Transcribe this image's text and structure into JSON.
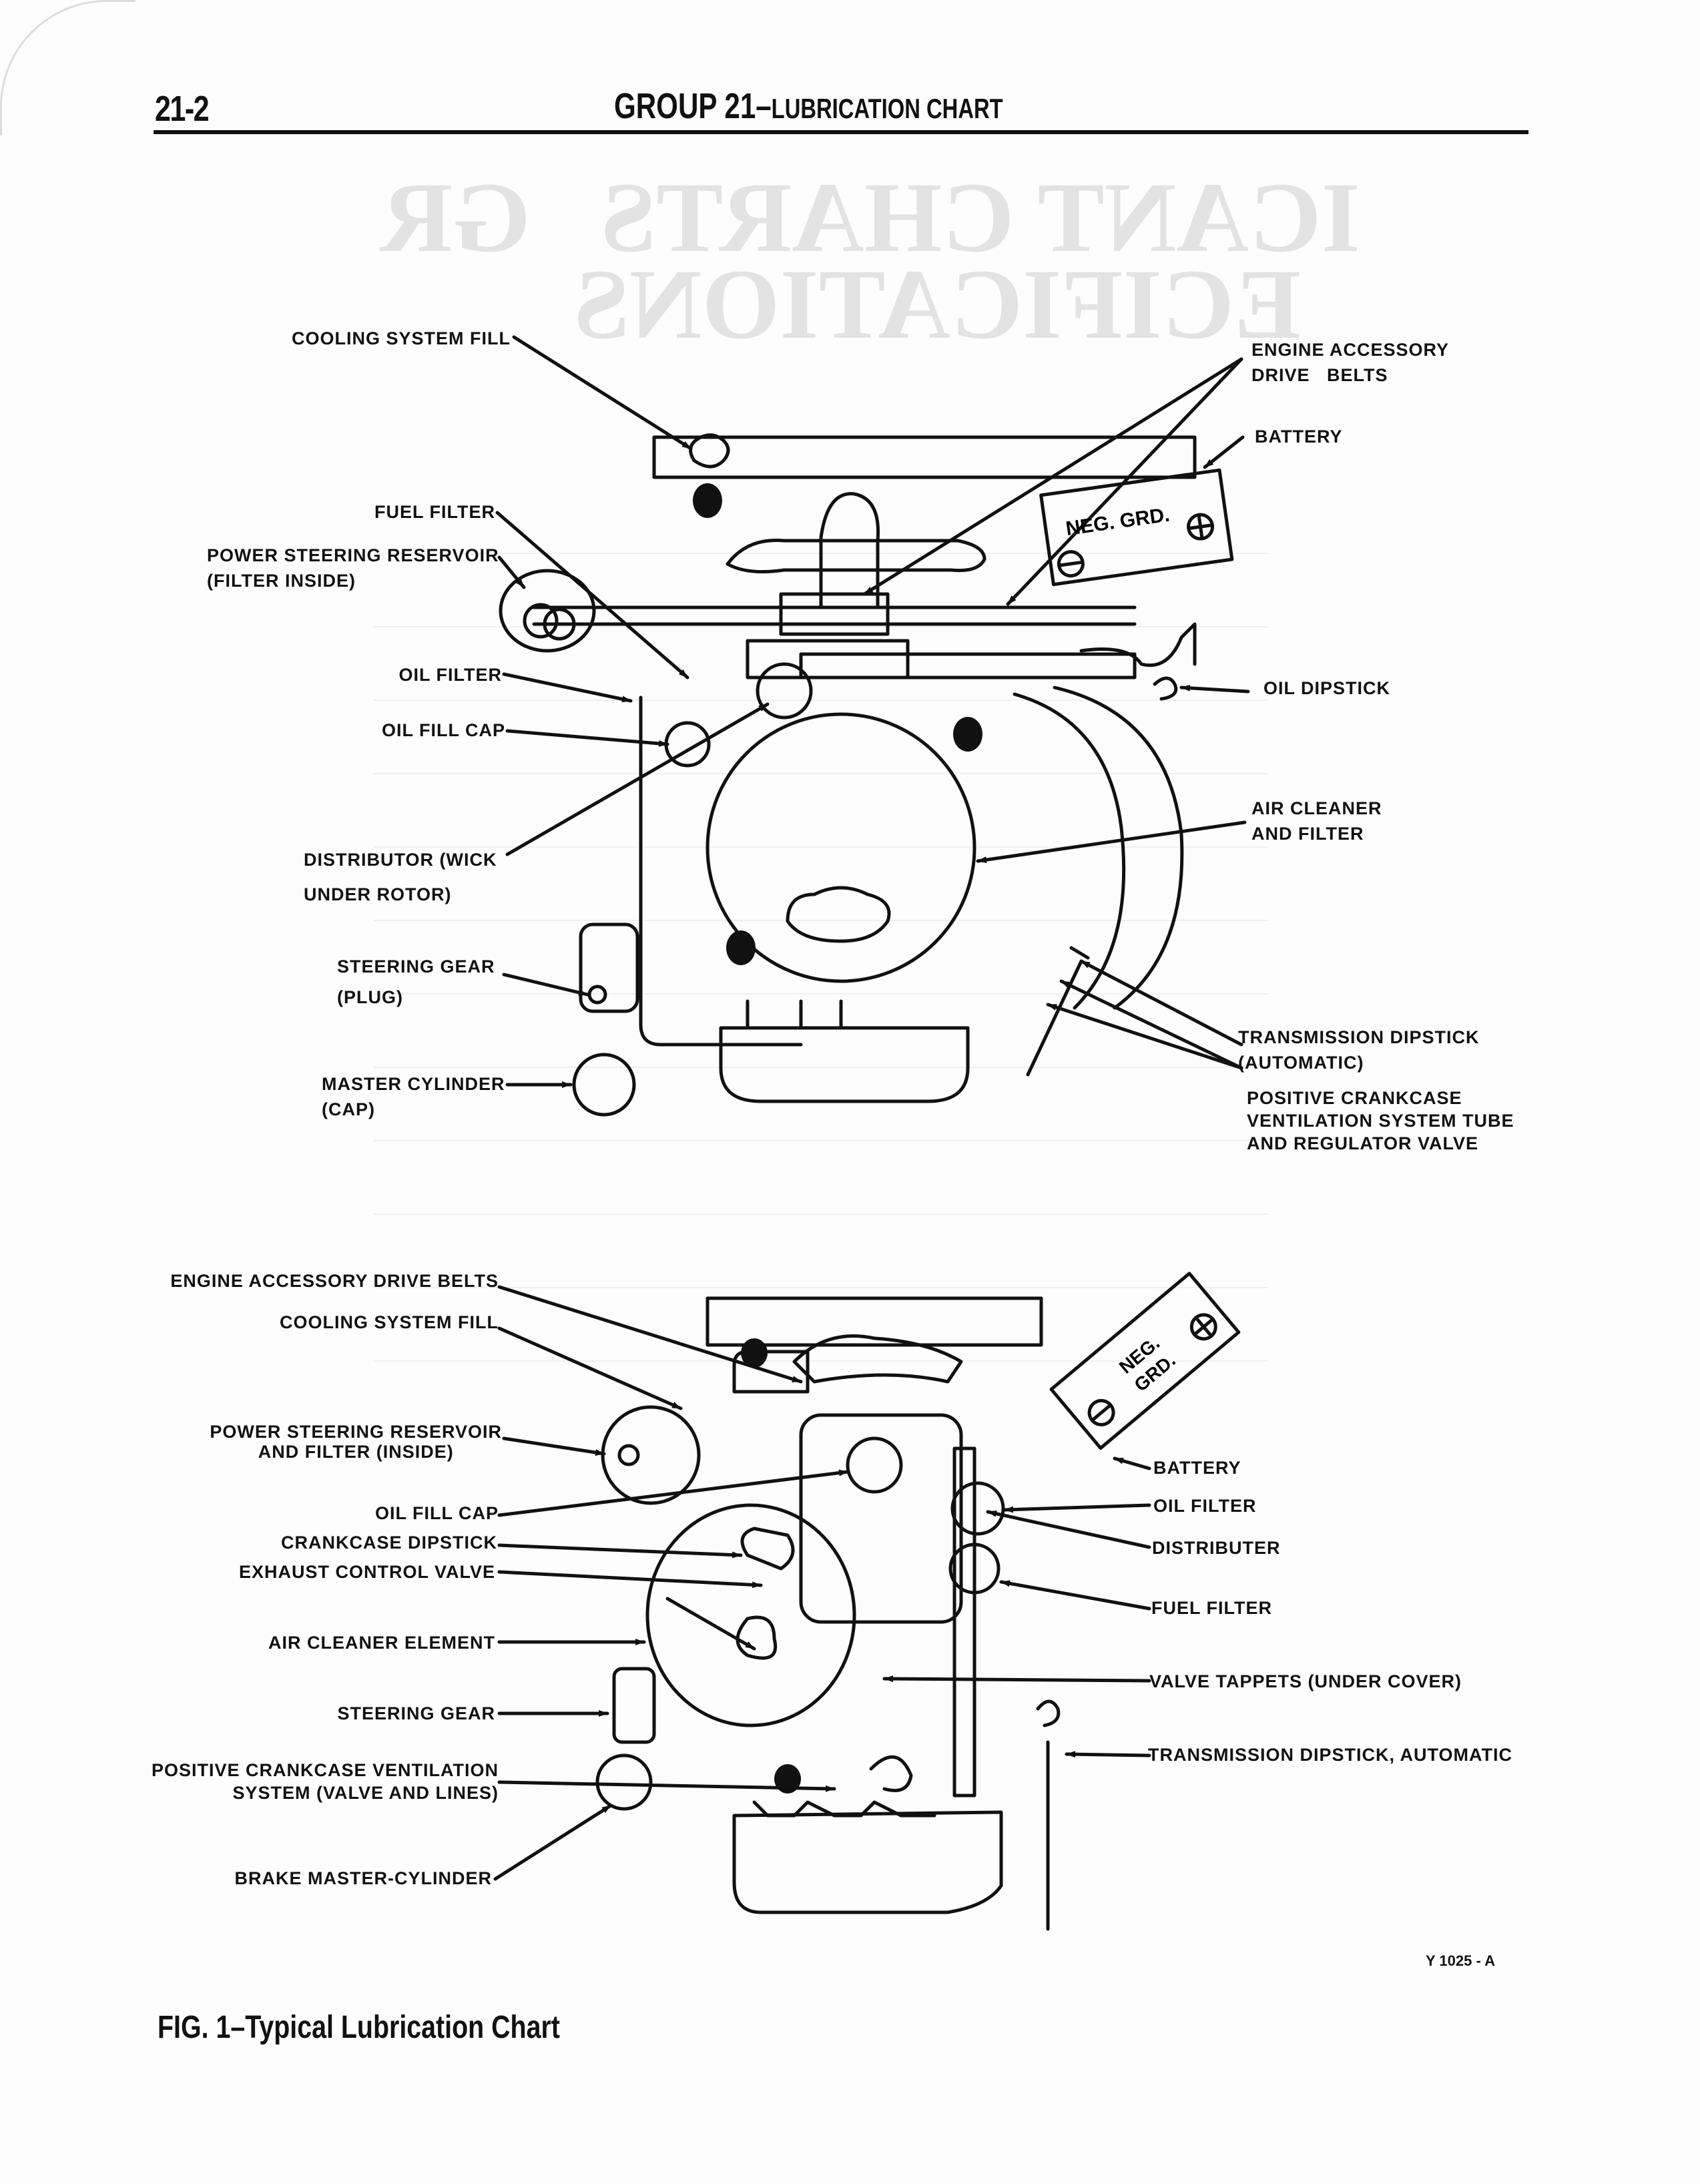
{
  "header": {
    "page_number": "21-2",
    "group_title_main": "GROUP 21",
    "group_title_dash": "–",
    "group_title_sub": "LUBRICATION CHART"
  },
  "top_diagram": {
    "labels_left": [
      {
        "id": "cooling-system-fill",
        "lines": [
          "COOLING SYSTEM FILL"
        ]
      },
      {
        "id": "fuel-filter",
        "lines": [
          "FUEL FILTER"
        ]
      },
      {
        "id": "power-steering-reservoir",
        "lines": [
          "POWER STEERING RESERVOIR",
          "(FILTER INSIDE)"
        ]
      },
      {
        "id": "oil-filter",
        "lines": [
          "OIL FILTER"
        ]
      },
      {
        "id": "oil-fill-cap",
        "lines": [
          "OIL FILL CAP"
        ]
      },
      {
        "id": "distributor",
        "lines": [
          "DISTRIBUTOR (WICK",
          "UNDER ROTOR)"
        ]
      },
      {
        "id": "steering-gear",
        "lines": [
          "STEERING GEAR",
          "(PLUG)"
        ]
      },
      {
        "id": "master-cylinder",
        "lines": [
          "MASTER CYLINDER",
          "(CAP)"
        ]
      }
    ],
    "labels_right": [
      {
        "id": "engine-accessory-drive-belts",
        "lines": [
          "ENGINE ACCESSORY",
          "DRIVE   BELTS"
        ]
      },
      {
        "id": "battery",
        "lines": [
          "BATTERY"
        ]
      },
      {
        "id": "oil-dipstick",
        "lines": [
          "OIL DIPSTICK"
        ]
      },
      {
        "id": "air-cleaner-and-filter",
        "lines": [
          "AIR CLEANER",
          "AND FILTER"
        ]
      },
      {
        "id": "transmission-dipstick",
        "lines": [
          "TRANSMISSION DIPSTICK",
          "(AUTOMATIC)"
        ]
      },
      {
        "id": "pcv-tube-valve",
        "lines": [
          "POSITIVE CRANKCASE",
          "VENTILATION SYSTEM TUBE",
          "AND REGULATOR VALVE"
        ]
      }
    ],
    "battery_text": "NEG. GRD.",
    "battery_neg_symbol": "⊖",
    "battery_pos_symbol": "⊕"
  },
  "bottom_diagram": {
    "labels_left": [
      {
        "id": "engine-accessory-drive-belts",
        "lines": [
          "ENGINE ACCESSORY DRIVE BELTS"
        ]
      },
      {
        "id": "cooling-system-fill",
        "lines": [
          "COOLING SYSTEM FILL"
        ]
      },
      {
        "id": "power-steering-reservoir",
        "lines": [
          "POWER STEERING RESERVOIR",
          "AND FILTER (INSIDE)"
        ]
      },
      {
        "id": "oil-fill-cap",
        "lines": [
          "OIL FILL CAP"
        ]
      },
      {
        "id": "crankcase-dipstick",
        "lines": [
          "CRANKCASE DIPSTICK"
        ]
      },
      {
        "id": "exhaust-control-valve",
        "lines": [
          "EXHAUST CONTROL VALVE"
        ]
      },
      {
        "id": "air-cleaner-element",
        "lines": [
          "AIR CLEANER ELEMENT"
        ]
      },
      {
        "id": "steering-gear",
        "lines": [
          "STEERING GEAR"
        ]
      },
      {
        "id": "pcv-system",
        "lines": [
          "POSITIVE CRANKCASE VENTILATION",
          "SYSTEM (VALVE AND LINES)"
        ]
      },
      {
        "id": "brake-master-cylinder",
        "lines": [
          "BRAKE MASTER-CYLINDER"
        ]
      }
    ],
    "labels_right": [
      {
        "id": "battery",
        "lines": [
          "BATTERY"
        ]
      },
      {
        "id": "oil-filter",
        "lines": [
          "OIL FILTER"
        ]
      },
      {
        "id": "distributer",
        "lines": [
          "DISTRIBUTER"
        ]
      },
      {
        "id": "fuel-filter",
        "lines": [
          "FUEL FILTER"
        ]
      },
      {
        "id": "valve-tappets",
        "lines": [
          "VALVE TAPPETS (UNDER COVER)"
        ]
      },
      {
        "id": "transmission-dipstick",
        "lines": [
          "TRANSMISSION DIPSTICK, AUTOMATIC"
        ]
      }
    ],
    "battery_text_1": "NEG.",
    "battery_text_2": "GRD."
  },
  "bleed_through": {
    "heading_1": "ICANT CHARTS",
    "heading_2": "ECIFICATIONS",
    "side_letters": "GR"
  },
  "figure": {
    "caption": "FIG. 1–Typical Lubrication Chart",
    "id": "Y 1025 - A"
  }
}
